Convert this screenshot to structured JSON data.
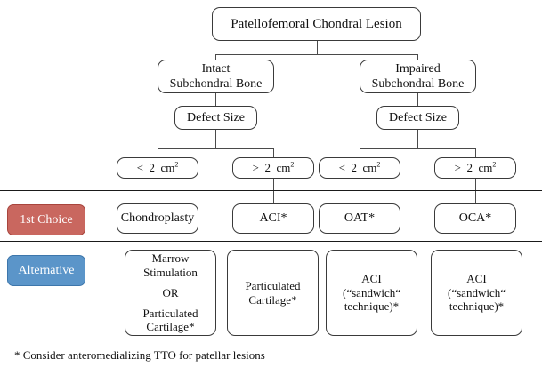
{
  "diagram": {
    "title_node": {
      "label": "Patellofemoral Chondral Lesion"
    },
    "level2": [
      {
        "line1": "Intact",
        "line2": "Subchondral Bone"
      },
      {
        "line1": "Impaired",
        "line2": "Subchondral Bone"
      }
    ],
    "level3": [
      {
        "label": "Defect Size"
      },
      {
        "label": "Defect Size"
      }
    ],
    "level4": [
      {
        "op": "<",
        "value": "2",
        "unit": "cm",
        "exponent": "2"
      },
      {
        "op": ">",
        "value": "2",
        "unit": "cm",
        "exponent": "2"
      },
      {
        "op": "<",
        "value": "2",
        "unit": "cm",
        "exponent": "2"
      },
      {
        "op": ">",
        "value": "2",
        "unit": "cm",
        "exponent": "2"
      }
    ],
    "rows": {
      "first_choice": {
        "badge_label": "1st Choice",
        "badge_color": "#c9675f",
        "options": [
          {
            "label": "Chondroplasty"
          },
          {
            "label": "ACI*"
          },
          {
            "label": "OAT*"
          },
          {
            "label": "OCA*"
          }
        ]
      },
      "alternative": {
        "badge_label": "Alternative",
        "badge_color": "#5b95c9",
        "options": [
          {
            "line1": "Marrow",
            "line2": "Stimulation",
            "line3": "OR",
            "line4": "Particulated",
            "line5": "Cartilage*"
          },
          {
            "line1": "Particulated",
            "line2": "Cartilage*"
          },
          {
            "line1": "ACI",
            "line2": "(“sandwich“",
            "line3": "technique)*"
          },
          {
            "line1": "ACI",
            "line2": "(“sandwich“",
            "line3": "technique)*"
          }
        ]
      }
    },
    "footnote": "* Consider anteromedializing TTO for patellar lesions"
  }
}
